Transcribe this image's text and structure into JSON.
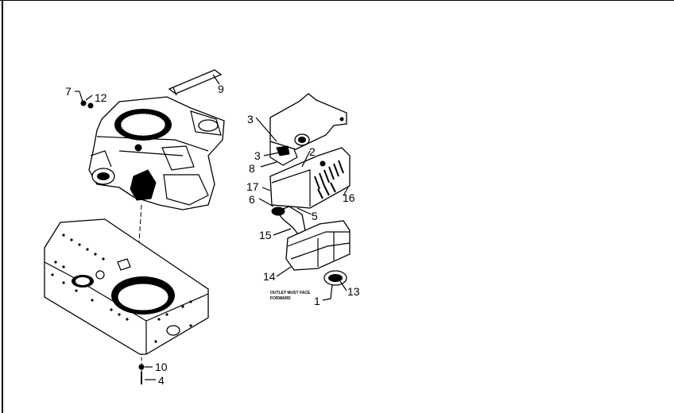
{
  "labels": {
    "p1": "1",
    "p2": "2",
    "p3a": "3",
    "p3b": "3",
    "p4": "4",
    "p5": "5",
    "p6": "6",
    "p7": "7",
    "p8": "8",
    "p9": "9",
    "p10": "10",
    "p12": "12",
    "p13": "13",
    "p14": "14",
    "p15": "15",
    "p16": "16",
    "p17": "17"
  },
  "notes": {
    "outlet_line1": "OUTLET MUST FACE",
    "outlet_line2": "FORWARD"
  }
}
